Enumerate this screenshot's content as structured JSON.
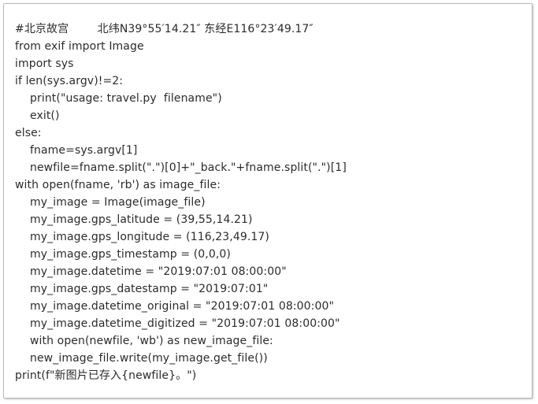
{
  "code_block": {
    "lines": [
      {
        "text": "#北京故宫        北纬N39°55′14.21″ 东经E116°23′49.17″",
        "indent": false
      },
      {
        "text": "from exif import Image",
        "indent": false
      },
      {
        "text": "import sys",
        "indent": false
      },
      {
        "text": "if len(sys.argv)!=2:",
        "indent": false
      },
      {
        "text": "print(\"usage: travel.py  filename\")",
        "indent": true
      },
      {
        "text": "exit()",
        "indent": true
      },
      {
        "text": "else:",
        "indent": false
      },
      {
        "text": "fname=sys.argv[1]",
        "indent": true
      },
      {
        "text": "newfile=fname.split(\".\")[0]+\"_back.\"+fname.split(\".\")[1]",
        "indent": true
      },
      {
        "text": "with open(fname, 'rb') as image_file:",
        "indent": false
      },
      {
        "text": "my_image = Image(image_file)",
        "indent": true
      },
      {
        "text": "my_image.gps_latitude = (39,55,14.21)",
        "indent": true
      },
      {
        "text": "my_image.gps_longitude = (116,23,49.17)",
        "indent": true
      },
      {
        "text": "my_image.gps_timestamp = (0,0,0)",
        "indent": true
      },
      {
        "text": "my_image.datetime = \"2019:07:01 08:00:00\"",
        "indent": true
      },
      {
        "text": "my_image.gps_datestamp = \"2019:07:01\"",
        "indent": true
      },
      {
        "text": "my_image.datetime_original = \"2019:07:01 08:00:00\"",
        "indent": true
      },
      {
        "text": "my_image.datetime_digitized = \"2019:07:01 08:00:00\"",
        "indent": true
      },
      {
        "text": "with open(newfile, 'wb') as new_image_file:",
        "indent": true
      },
      {
        "text": "new_image_file.write(my_image.get_file())",
        "indent": true
      },
      {
        "text": "print(f\"新图片已存入{newfile}。\")",
        "indent": false
      }
    ]
  }
}
